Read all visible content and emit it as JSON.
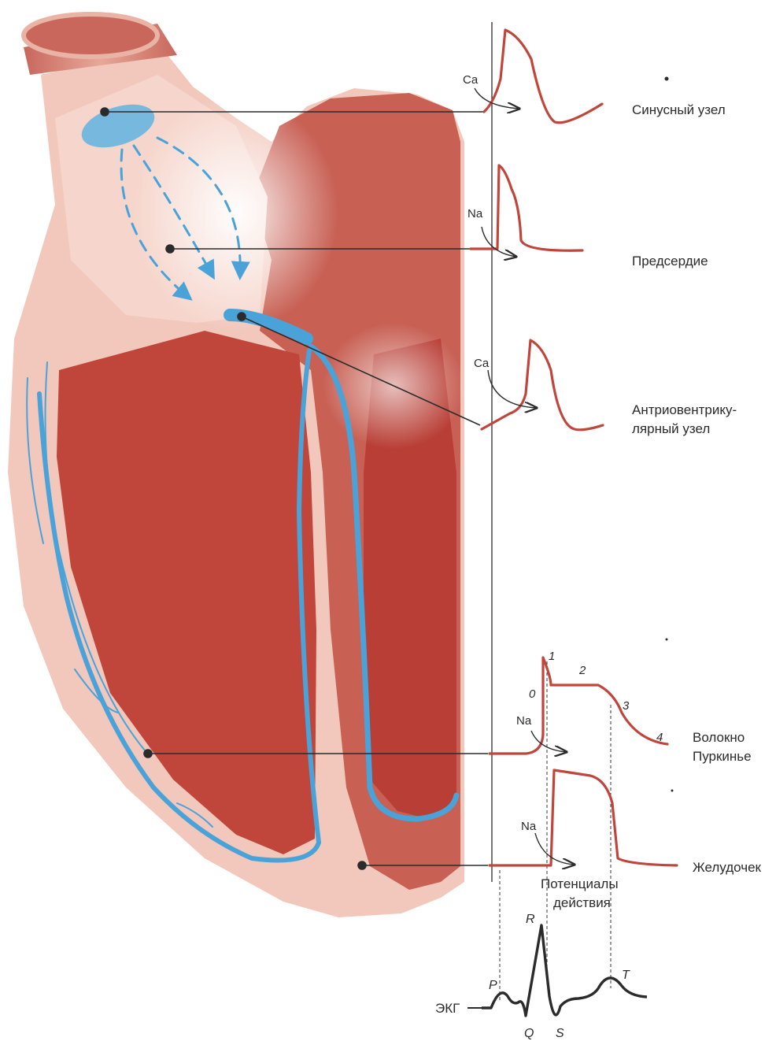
{
  "labels": {
    "sinus_node": "Синусный узел",
    "atrium": "Предсердие",
    "av_node_line1": "Антриовентрику-",
    "av_node_line2": "лярный узел",
    "purkinje_line1": "Волокно",
    "purkinje_line2": "Пуркинье",
    "ventricle": "Желудочек",
    "action_potentials_line1": "Потенциалы",
    "action_potentials_line2": "действия",
    "ecg": "ЭКГ"
  },
  "ions": {
    "sinus": "Ca",
    "atrium": "Na",
    "av": "Ca",
    "purkinje": "Na",
    "ventricle": "Na"
  },
  "phases": [
    "0",
    "1",
    "2",
    "3",
    "4"
  ],
  "ecg_waves": {
    "p": "P",
    "q": "Q",
    "r": "R",
    "s": "S",
    "t": "T"
  },
  "colors": {
    "myocardium": "#c2493f",
    "heart_light": "#f2c8bc",
    "conduction": "#4aa3d8",
    "trace": "#c0463c",
    "line": "#2b2b2b"
  }
}
